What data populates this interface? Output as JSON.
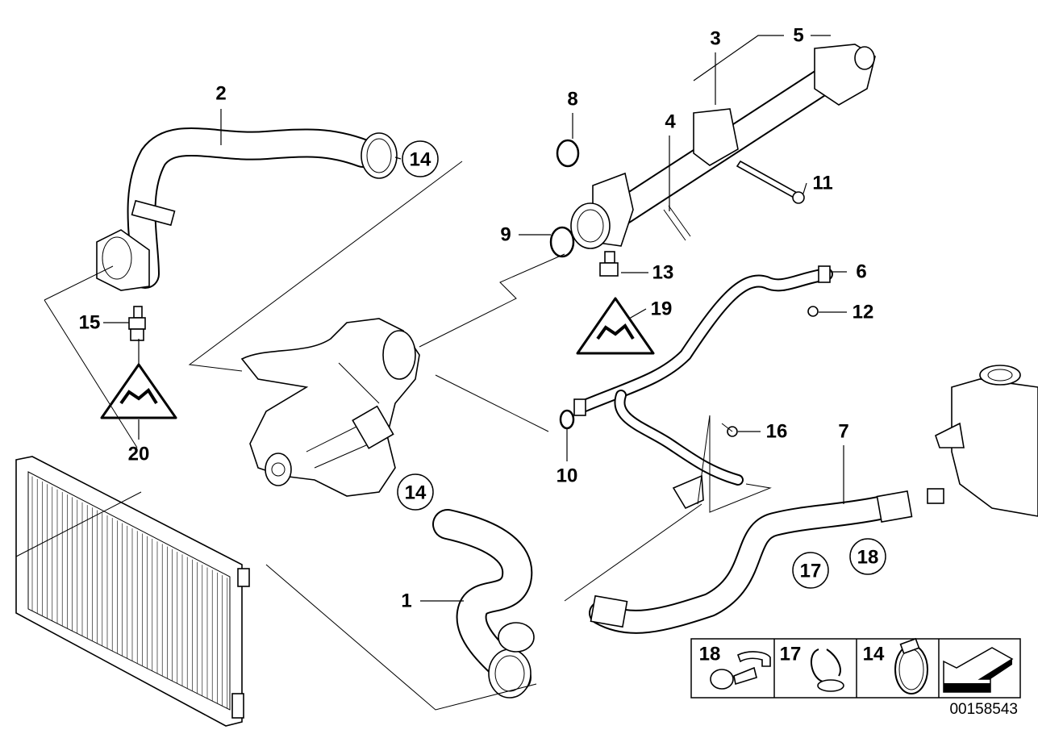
{
  "diagram_id": "00158543",
  "callouts": {
    "c1": "1",
    "c2": "2",
    "c3": "3",
    "c4": "4",
    "c5": "5",
    "c6": "6",
    "c7": "7",
    "c8": "8",
    "c9": "9",
    "c10": "10",
    "c11": "11",
    "c12": "12",
    "c13": "13",
    "c14a": "14",
    "c14b": "14",
    "c15": "15",
    "c16": "16",
    "c17": "17",
    "c18": "18",
    "c19": "19",
    "c20": "20"
  },
  "legend": {
    "items": [
      {
        "label": "18",
        "icon": "hose-clip-icon"
      },
      {
        "label": "17",
        "icon": "spring-clamp-icon"
      },
      {
        "label": "14",
        "icon": "worm-drive-clamp-icon"
      },
      {
        "label": "",
        "icon": "arrow-icon"
      }
    ]
  },
  "warning_symbols": [
    "sensor-warning-triangle-icon",
    "sensor-warning-triangle-icon"
  ]
}
